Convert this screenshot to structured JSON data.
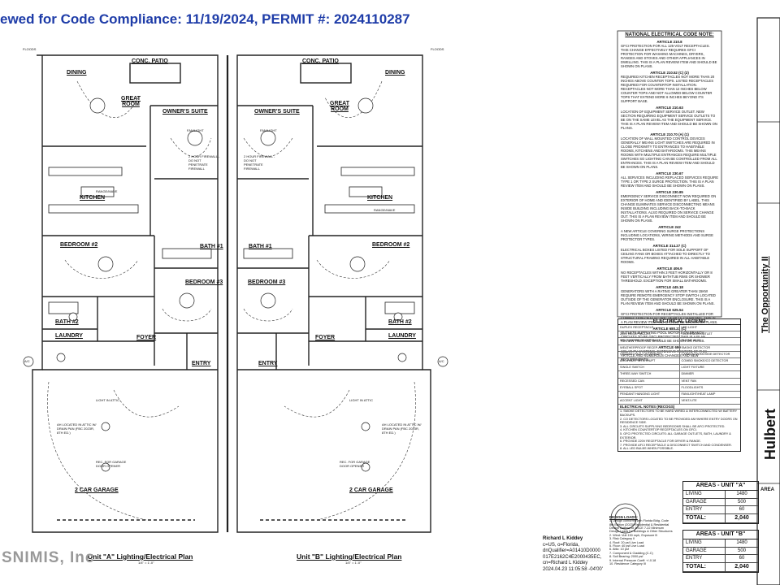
{
  "banner": "ewed for Code Compliance: 11/19/2024,  PERMIT #: 2024110287",
  "rooms": {
    "conc_patio": "CONC. PATIO",
    "dining": "DINING",
    "great_room": "GREAT ROOM",
    "owners_suite": "OWNER'S SUITE",
    "kitchen": "KITCHEN",
    "bedroom2": "BEDROOM #2",
    "bedroom3": "BEDROOM #3",
    "bath1": "BATH #1",
    "bath2": "BATH #2",
    "laundry": "LAUNDRY",
    "foyer": "FOYER",
    "entry": "ENTRY",
    "garage": "2 CAR GARAGE",
    "floods": "FLOODS",
    "firewall": "2 HOUR FIREWALL - DO NOT PENETRATE FIREWALL",
    "range": "RANGE/MAVE",
    "fan_light": "FAN/LIGHT",
    "ac": "A/C",
    "light_attic": "LIGHT IN ATTIC",
    "ah_attic": "AH LOCATED IN ATTIC W/ DRAIN PAN (FBC 2023R, 8TH ED.)",
    "garage_opener": "REC. FOR GARAGE DOOR OPENER"
  },
  "plans": {
    "a_title": "Unit \"A\" Lighting/Electrical Plan",
    "b_title": "Unit \"B\" Lighting/Electrical Plan",
    "scale": "1/4\" = 1'-0\""
  },
  "nec": {
    "title": "NATIONAL ELECTRICAL CODE NOTE:",
    "articles": [
      {
        "num": "ARTICLE 210.8",
        "text": "GFCI protection for all 125-volt receptacles. This change effectively requires GFCI protection for washing machines, dryers, ranges and stoves and other appliances in dwelling. This is a plan review item and should be shown on plans."
      },
      {
        "num": "ARTICLE 210.52 (C) (2)",
        "text": "Required kitchen receptacles not more than 20 inches above counter tops. Listed receptacles required for countertop installation. Receptacles not more than 12 inches below counter tops and not allowed below counter tops that extend more 6 inches beyond its support base."
      },
      {
        "num": "ARTICLE 210.63",
        "text": "Location of equipment service outlet. New section requiring equipment service outlets to be on the same level as the equipment service. This is a plan review item and should be shown on plans."
      },
      {
        "num": "ARTICLE 210.70 (A) (1)",
        "text": "Location of wall mounted control devices generally means light switches are required in close proximity to entrances to habitable rooms, kitchens and bathrooms. This means rooms with multiple entrances require multiple switches so lighting can be controlled from all entrances. This is a plan review item and should be shown on plans."
      },
      {
        "num": "ARTICLE 230.67",
        "text": "All services including replaced services require type 1 or type 2 surge protection. This is a plan review item and should be shown on plans."
      },
      {
        "num": "ARTICLE 230.85",
        "text": "Emergency service disconnect now required on exterior of home and identified by label. This change eliminates service disconnecting means inside building including back-to-back installations. Also required on service change out. This is a plan review item and should be shown on plans."
      },
      {
        "num": "ARTICLE 242",
        "text": "A new article covering surge protections including locations, wiring methods and surge protector types."
      },
      {
        "num": "ARTICLE 314.27 (C)",
        "text": "Electrical boxes listed for sole support of ceiling fans or boxes attached to directly to structural framing required in all habitable rooms."
      },
      {
        "num": "ARTICLE 406.9",
        "text": "No receptacles within 3 feet horizontally or 8 feet vertically from bathtub rims or shower threshold. Exception for small bathrooms."
      },
      {
        "num": "ARTICLE 445.18",
        "text": "Generators with a rating greater than 15kw require remote emergency stop switch located outside of the generator enclosure. This is a plan review item and should be shown on plans."
      },
      {
        "num": "ARTICLE 625.54",
        "text": "GFCI protection for receptacles installed for connection of electric vehicle charging. This is a plan review item and should be shown on plans."
      },
      {
        "num": "ARTICLE 680.21 (C)",
        "text": "Outlets supplying pool motors on branch circuits to be GFCI protected. This is a plan review item and should be shown on plans."
      },
      {
        "num": "ARTICLE 690",
        "text": "Solar PV systems. Extensive rewrite of this article and numerous changes and new requirements."
      }
    ]
  },
  "legend": {
    "title": "ELECTRICAL LEGEND",
    "rows": [
      [
        "DUPLEX RECEPTACLE",
        "LED LIGHT"
      ],
      [
        "220V RECEPTACLES",
        "TELEVISION OUTLET"
      ],
      [
        "SPLIT-WIRED RECEPTACLE",
        "PHONE JACK"
      ],
      [
        "WEATHERPROOF RECEP.",
        "SMOKE DETECTOR"
      ],
      [
        "GROUND FAULT INTERRUPT",
        "CARBON MONOXIDE DETECTOR"
      ],
      [
        "ARC FAULT INTERRUPT",
        "COMBO SMOKE/CO DETECTOR"
      ],
      [
        "SINGLE SWITCH",
        "LIGHT FIXTURE"
      ],
      [
        "THREE-WAY SWITCH",
        "DIMMER"
      ],
      [
        "RECESSED CAN",
        "VENT FAN"
      ],
      [
        "EYEBALL SPOT",
        "FLOODLIGHTS"
      ],
      [
        "PENDANT HANGING LIGHT",
        "FAN/LIGHT/HEAT LAMP"
      ],
      [
        "ACCENT LIGHT",
        "VENT/LITE"
      ]
    ],
    "notes_title": "ELECTRICAL NOTES (RECOGS)",
    "notes": [
      "1. SMOKE DETECTORS TO BE HARD WIRED & INTERCONNECTED W/ BATTERY BACKUPS.",
      "2. CO DETECTORS LOCATED TO BE PROVIDED ANYWHERE ENTRY DOORS ON RESIDENCE SIDE.",
      "3. ALL CIRCUITS SUPPLYING BEDROOMS SHALL BE AFCI PROTECTED.",
      "4. KITCHEN COUNTERTOP RECEPTACLES ON GFCI.",
      "5. GFCI PROTECTED CIRCUITS: ALL GARAGE OUTLETS, BATH, LAUNDRY & EXTERIOR.",
      "6. PROVIDE 220V RECEPTACLE FOR DRYER & RANGE.",
      "7. PROVIDE AFCI RECEPTACLE & DISCONNECT SWITCH AND CONDENSER.",
      "8. ALL LED BULBS WHEN POSSIBLE."
    ]
  },
  "areas_a": {
    "title": "AREAS - UNIT \"A\"",
    "rows": [
      [
        "LIVING",
        "1480"
      ],
      [
        "GARAGE",
        "500"
      ],
      [
        "ENTRY",
        "60"
      ]
    ],
    "total_label": "TOTAL:",
    "total": "2,040"
  },
  "areas_b": {
    "title": "AREAS - UNIT \"B\"",
    "rows": [
      [
        "LIVING",
        "1480"
      ],
      [
        "GARAGE",
        "500"
      ],
      [
        "ENTRY",
        "60"
      ]
    ],
    "total_label": "TOTAL:",
    "total": "2,040"
  },
  "design_loads": {
    "title": "DESIGN LOADS:",
    "lines": [
      "1. Design conforms with Florida Bldg. Code",
      "8th Edition (2023) Residential & Residential",
      "Design Criteria for ASCE 7-22 Minimum",
      "Design Loads for Buildings & Other Structures",
      "2. Wind: Vult 130 mph, Exposure B",
      "3. Risk Category II",
      "4. Roof: 20 psf Live Load",
      "5. Floor: 40 psf Live Load",
      "6. Attic: 10 psf",
      "7. Component & Cladding (C-C)",
      "8. Soil Bearing: 2000 psf",
      "9. Internal Pressure Coeff: +/-0.18",
      "10. Residence Category III"
    ]
  },
  "signature": {
    "lines": [
      "Richard L Kiddey",
      "c=US, o=Florida,",
      "dnQualifier=A01410D0000",
      "017E2162C4E2000435EC,",
      "cn=Richard L Kiddey",
      "2024.04.23 11:05:58 -04'00'"
    ]
  },
  "title_block": {
    "project": "The Opportunity II",
    "company": "Hulbert",
    "area_label": "AREA"
  },
  "watermark": "SNIMIS, Inc",
  "colors": {
    "banner": "#1e3ca8",
    "ink": "#111111"
  }
}
